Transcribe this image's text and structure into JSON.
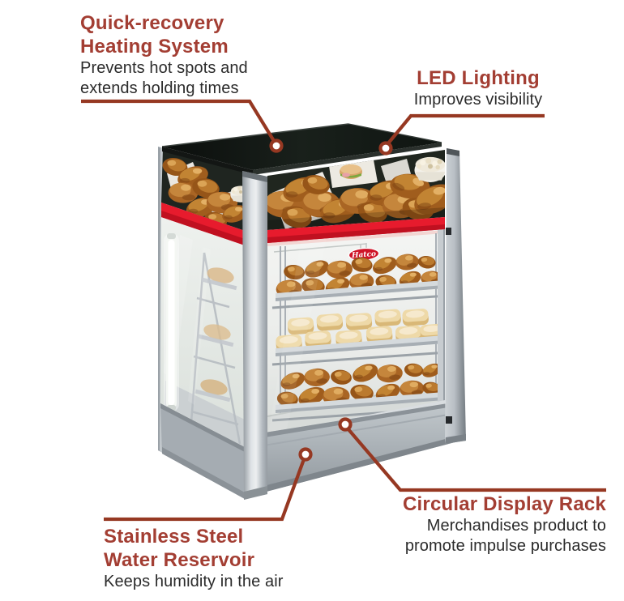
{
  "colors": {
    "title_red": "#A33E33",
    "body_text": "#2B2B2B",
    "callout_line": "#963822",
    "stripe_red": "#E71B2D",
    "logo_red": "#CF1428",
    "cabinet_top": "#10140f",
    "aluminum": "#b9bfc4"
  },
  "callouts": {
    "heating": {
      "title_line1": "Quick-recovery",
      "title_line2": "Heating System",
      "desc_line1": "Prevents hot spots and",
      "desc_line2": "extends holding times"
    },
    "led": {
      "title": "LED Lighting",
      "desc": "Improves visibility"
    },
    "rack": {
      "title": "Circular Display Rack",
      "desc_line1": "Merchandises product to",
      "desc_line2": "promote impulse purchases"
    },
    "reservoir": {
      "title_line1": "Stainless Steel",
      "title_line2": "Water Reservoir",
      "desc": "Keeps humidity in the air"
    }
  },
  "product": {
    "brand_logo": "Hatco"
  }
}
